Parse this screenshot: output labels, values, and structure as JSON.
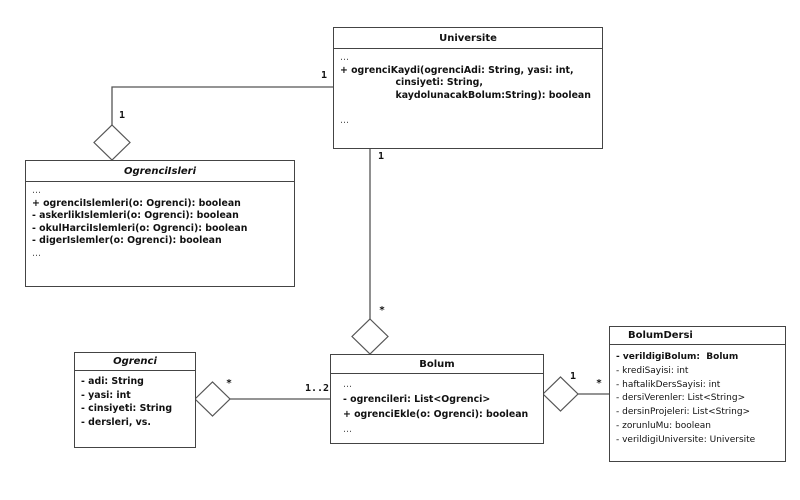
{
  "classes": {
    "universite": {
      "name": "Universite",
      "lines": [
        {
          "text": "...",
          "style": "dots"
        },
        {
          "text": "+ ogrenciKaydi(ogrenciAdi: String, yasi: int,",
          "style": "bold"
        },
        {
          "text": "                 cinsiyeti: String,",
          "style": "bold"
        },
        {
          "text": "                 kaydolunacakBolum:String): boolean",
          "style": "bold"
        },
        {
          "text": "",
          "style": "bold"
        },
        {
          "text": "...",
          "style": "dots"
        }
      ]
    },
    "ogrenciIsleri": {
      "name": "OgrenciIsleri",
      "lines": [
        {
          "text": "...",
          "style": "dots"
        },
        {
          "text": "+ ogrenciIslemleri(o: Ogrenci): boolean",
          "style": "bold"
        },
        {
          "text": "- askerlikIslemleri(o: Ogrenci): boolean",
          "style": "bold"
        },
        {
          "text": "- okulHarciIslemleri(o: Ogrenci): boolean",
          "style": "bold"
        },
        {
          "text": "- digerIslemler(o: Ogrenci): boolean",
          "style": "bold"
        },
        {
          "text": "...",
          "style": "dots"
        }
      ]
    },
    "ogrenci": {
      "name": "Ogrenci",
      "lines": [
        {
          "text": "- adi: String",
          "style": "bold"
        },
        {
          "text": "- yasi: int",
          "style": "bold"
        },
        {
          "text": "- cinsiyeti: String",
          "style": "bold"
        },
        {
          "text": "- dersleri, vs.",
          "style": "bold"
        }
      ]
    },
    "bolum": {
      "name": "Bolum",
      "lines": [
        {
          "text": "...",
          "style": "dots"
        },
        {
          "text": "- ogrencileri: List<Ogrenci>",
          "style": "bold"
        },
        {
          "text": "+ ogrenciEkle(o: Ogrenci): boolean",
          "style": "bold"
        },
        {
          "text": "...",
          "style": "dots"
        }
      ]
    },
    "bolumDersi": {
      "name": "BolumDersi",
      "lines": [
        {
          "text": "- verildigiBolum:  Bolum",
          "style": "bold"
        },
        {
          "text": "- krediSayisi: int",
          "style": "normal"
        },
        {
          "text": "- haftalikDersSayisi: int",
          "style": "normal"
        },
        {
          "text": "- dersiVerenler: List<String>",
          "style": "normal"
        },
        {
          "text": "- dersinProjeleri: List<String>",
          "style": "normal"
        },
        {
          "text": "- zorunluMu: boolean",
          "style": "normal"
        },
        {
          "text": "- verildigiUniversite: Universite",
          "style": "normal"
        }
      ]
    }
  },
  "associations": {
    "universite_ogrenciIsleri": {
      "type": "aggregation",
      "mult_universite": "1",
      "mult_ogrenciIsleri": "1"
    },
    "universite_bolum": {
      "type": "aggregation",
      "mult_universite": "1",
      "mult_bolum": "*"
    },
    "ogrenci_bolum": {
      "type": "aggregation",
      "mult_ogrenci": "*",
      "mult_bolum": "1..2"
    },
    "bolum_bolumDersi": {
      "type": "aggregation",
      "mult_bolum": "1",
      "mult_bolumDersi": "*"
    }
  },
  "colors": {
    "line": "#444444",
    "background": "#ffffff",
    "text": "#111111"
  }
}
